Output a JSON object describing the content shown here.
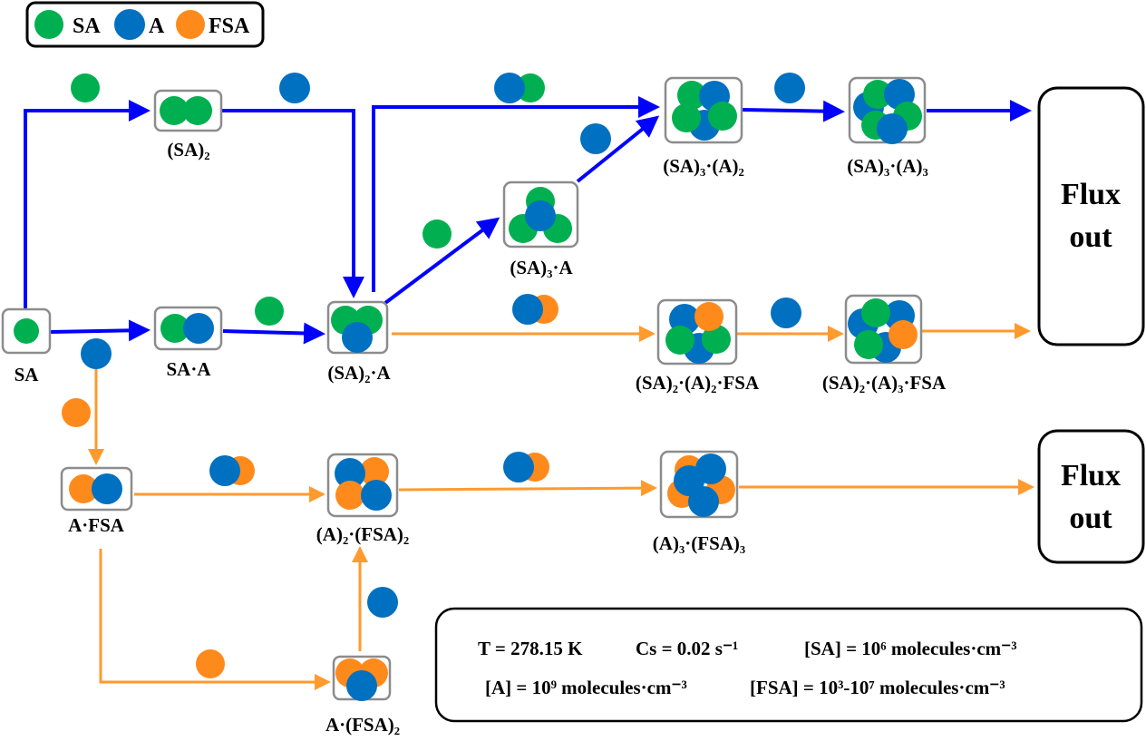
{
  "colors": {
    "SA": "#00b050",
    "A": "#0070c0",
    "FSA": "#ff8a1c",
    "blue_arrow": "#0000ff",
    "orange_arrow": "#ff9a2e"
  },
  "legend": [
    {
      "label": "SA",
      "species": "SA"
    },
    {
      "label": "A",
      "species": "A"
    },
    {
      "label": "FSA",
      "species": "FSA"
    }
  ],
  "nodes": {
    "sa": "SA",
    "sa2": "(SA)₂",
    "sa_a": "SA·A",
    "sa2_a": "(SA)₂·A",
    "sa3_a": "(SA)₃·A",
    "sa3_a2": "(SA)₃·(A)₂",
    "sa3_a3": "(SA)₃·(A)₃",
    "sa2_a2_fsa": "(SA)₂·(A)₂·FSA",
    "sa2_a3_fsa": "(SA)₂·(A)₃·FSA",
    "a_fsa": "A·FSA",
    "a2_fsa2": "(A)₂·(FSA)₂",
    "a3_fsa3": "(A)₃·(FSA)₃",
    "a_fsa2": "A·(FSA)₂"
  },
  "flux_out": [
    {
      "line1": "Flux",
      "line2": "out"
    },
    {
      "line1": "Flux",
      "line2": "out"
    }
  ],
  "parameters": {
    "line1": [
      "T = 278.15 K",
      "Cs = 0.02 s⁻¹",
      "[SA] = 10⁶ molecules·cm⁻³"
    ],
    "line2": [
      "[A] = 10⁹ molecules·cm⁻³",
      "[FSA] = 10³-10⁷ molecules·cm⁻³"
    ]
  }
}
